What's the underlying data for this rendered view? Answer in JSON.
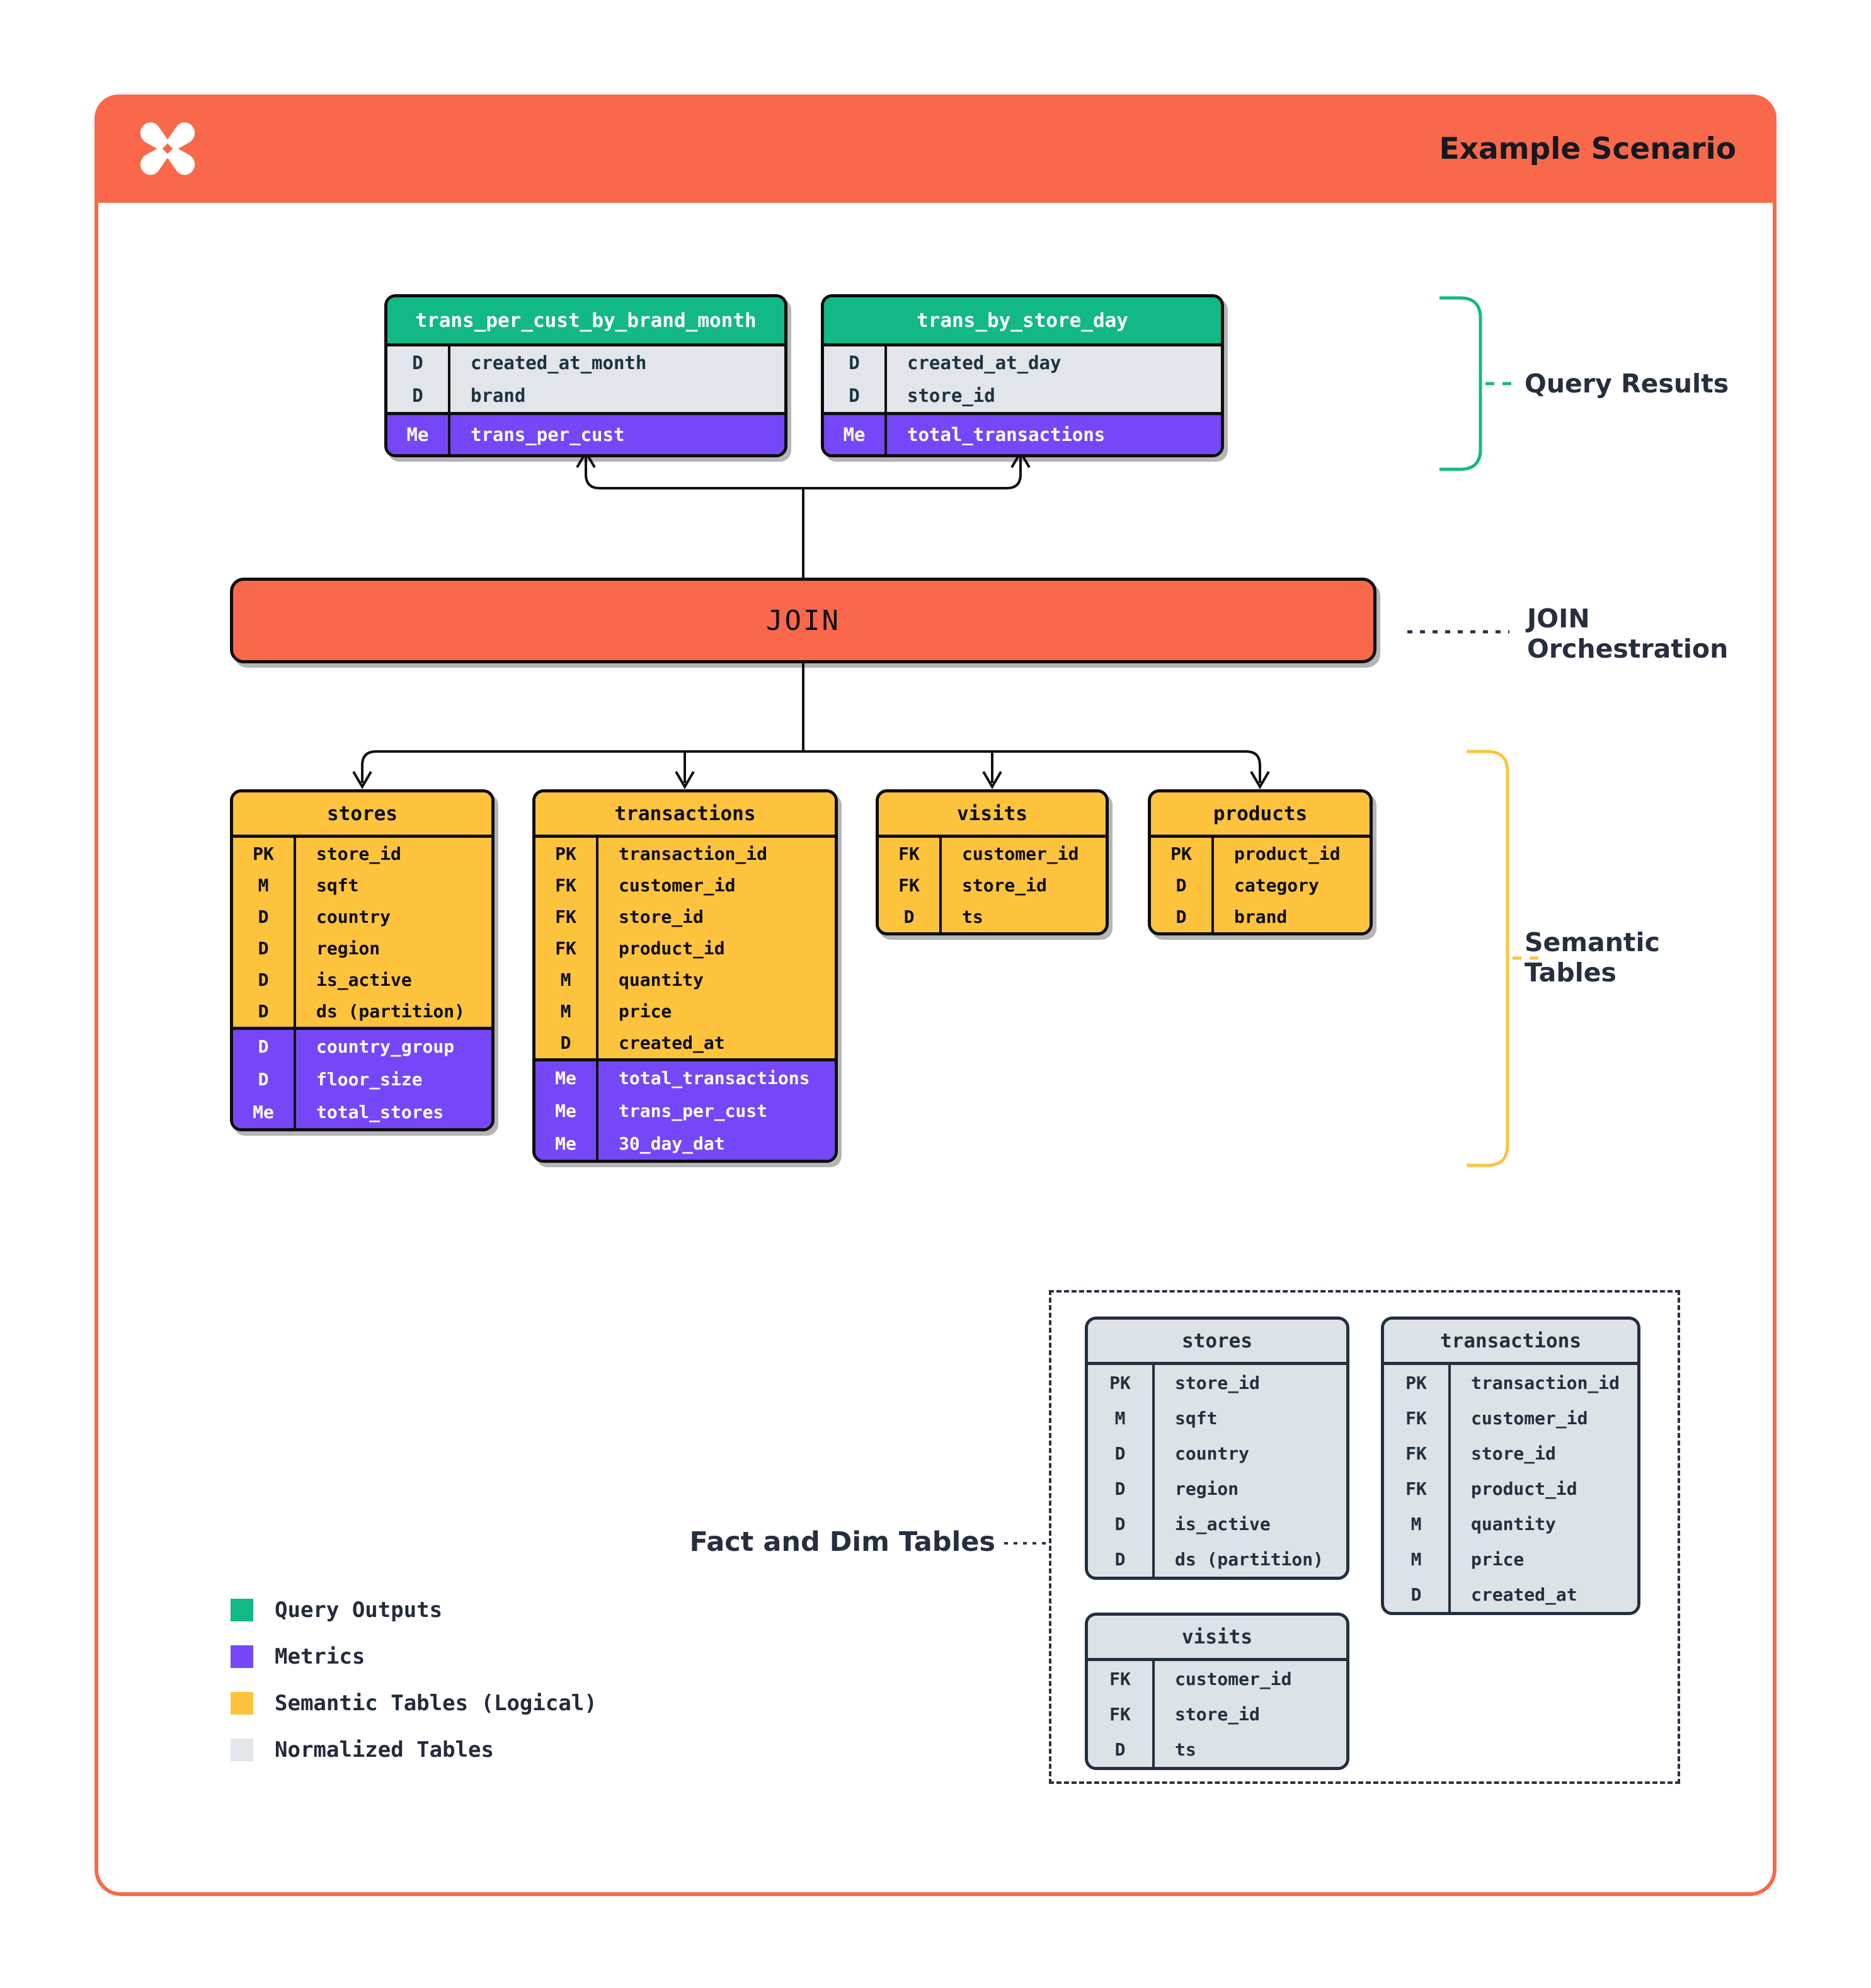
{
  "header": {
    "title": "Example Scenario"
  },
  "join": {
    "label": "JOIN"
  },
  "side_labels": {
    "query_results": "Query Results",
    "join_orchestration_line1": "JOIN",
    "join_orchestration_line2": "Orchestration",
    "semantic_line1": "Semantic",
    "semantic_line2": "Tables",
    "fact_dim": "Fact and Dim Tables"
  },
  "colors": {
    "accent_orange": "#F9684A",
    "query_output_green": "#12B886",
    "metric_purple": "#7547F8",
    "semantic_yellow": "#FEC33D",
    "normalized_gray": "#E2E5E9",
    "ink_navy": "#242F3D"
  },
  "query_results": [
    {
      "title": "trans_per_cust_by_brand_month",
      "dims": [
        {
          "tag": "D",
          "name": "created_at_month"
        },
        {
          "tag": "D",
          "name": "brand"
        }
      ],
      "metrics": [
        {
          "tag": "Me",
          "name": "trans_per_cust"
        }
      ]
    },
    {
      "title": "trans_by_store_day",
      "dims": [
        {
          "tag": "D",
          "name": "created_at_day"
        },
        {
          "tag": "D",
          "name": "store_id"
        }
      ],
      "metrics": [
        {
          "tag": "Me",
          "name": "total_transactions"
        }
      ]
    }
  ],
  "semantic_tables": [
    {
      "title": "stores",
      "fields": [
        {
          "tag": "PK",
          "name": "store_id"
        },
        {
          "tag": "M",
          "name": "sqft"
        },
        {
          "tag": "D",
          "name": "country"
        },
        {
          "tag": "D",
          "name": "region"
        },
        {
          "tag": "D",
          "name": "is_active"
        },
        {
          "tag": "D",
          "name": "ds (partition)"
        }
      ],
      "metrics": [
        {
          "tag": "D",
          "name": "country_group"
        },
        {
          "tag": "D",
          "name": "floor_size"
        },
        {
          "tag": "Me",
          "name": "total_stores"
        }
      ]
    },
    {
      "title": "transactions",
      "fields": [
        {
          "tag": "PK",
          "name": "transaction_id"
        },
        {
          "tag": "FK",
          "name": "customer_id"
        },
        {
          "tag": "FK",
          "name": "store_id"
        },
        {
          "tag": "FK",
          "name": "product_id"
        },
        {
          "tag": "M",
          "name": "quantity"
        },
        {
          "tag": "M",
          "name": "price"
        },
        {
          "tag": "D",
          "name": "created_at"
        }
      ],
      "metrics": [
        {
          "tag": "Me",
          "name": "total_transactions"
        },
        {
          "tag": "Me",
          "name": "trans_per_cust"
        },
        {
          "tag": "Me",
          "name": "30_day_dat"
        }
      ]
    },
    {
      "title": "visits",
      "fields": [
        {
          "tag": "FK",
          "name": "customer_id"
        },
        {
          "tag": "FK",
          "name": "store_id"
        },
        {
          "tag": "D",
          "name": "ts"
        }
      ],
      "metrics": []
    },
    {
      "title": "products",
      "fields": [
        {
          "tag": "PK",
          "name": "product_id"
        },
        {
          "tag": "D",
          "name": "category"
        },
        {
          "tag": "D",
          "name": "brand"
        }
      ],
      "metrics": []
    }
  ],
  "normalized_tables": [
    {
      "title": "stores",
      "fields": [
        {
          "tag": "PK",
          "name": "store_id"
        },
        {
          "tag": "M",
          "name": "sqft"
        },
        {
          "tag": "D",
          "name": "country"
        },
        {
          "tag": "D",
          "name": "region"
        },
        {
          "tag": "D",
          "name": "is_active"
        },
        {
          "tag": "D",
          "name": "ds (partition)"
        }
      ]
    },
    {
      "title": "transactions",
      "fields": [
        {
          "tag": "PK",
          "name": "transaction_id"
        },
        {
          "tag": "FK",
          "name": "customer_id"
        },
        {
          "tag": "FK",
          "name": "store_id"
        },
        {
          "tag": "FK",
          "name": "product_id"
        },
        {
          "tag": "M",
          "name": "quantity"
        },
        {
          "tag": "M",
          "name": "price"
        },
        {
          "tag": "D",
          "name": "created_at"
        }
      ]
    },
    {
      "title": "visits",
      "fields": [
        {
          "tag": "FK",
          "name": "customer_id"
        },
        {
          "tag": "FK",
          "name": "store_id"
        },
        {
          "tag": "D",
          "name": "ts"
        }
      ]
    }
  ],
  "legend": [
    {
      "label": "Query Outputs",
      "color": "#12B886"
    },
    {
      "label": "Metrics",
      "color": "#7547F8"
    },
    {
      "label": "Semantic Tables (Logical)",
      "color": "#FEC33D"
    },
    {
      "label": "Normalized Tables",
      "color": "#E2E5E9"
    }
  ]
}
